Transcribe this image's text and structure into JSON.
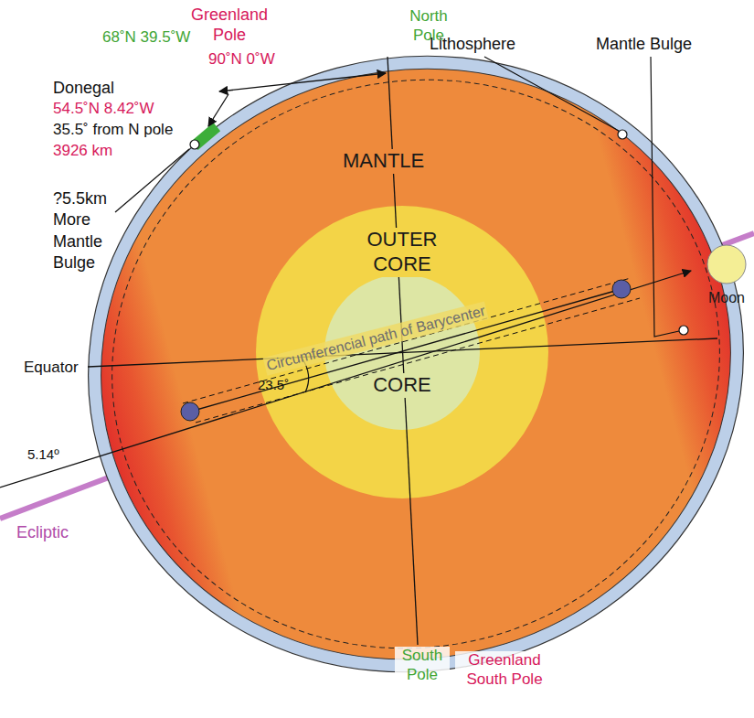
{
  "diagram": {
    "nodes": [
      {
        "text": [
          "MANTLE"
        ]
      },
      {
        "text": [
          "OUTER CORE"
        ],
        "in": 0
      },
      {
        "text": [
          "CORE"
        ],
        "in": 1
      },
      {
        "text": [
          "Moon"
        ]
      }
    ],
    "labels": [
      "Greenland Pole",
      "68˚N 39.5˚W",
      "90˚N 0˚W",
      "North Pole",
      "Lithosphere",
      "Mantle Bulge",
      "Donegal",
      "54.5˚N 8.42˚W",
      "35.5˚ from N pole",
      "3926 km",
      "?5.5km More Mantle Bulge",
      "Circumferencial path of Barycenter",
      "Equator",
      "23.5˚",
      "5.14º",
      "Ecliptic",
      "South Pole",
      "Greenland South Pole"
    ]
  }
}
